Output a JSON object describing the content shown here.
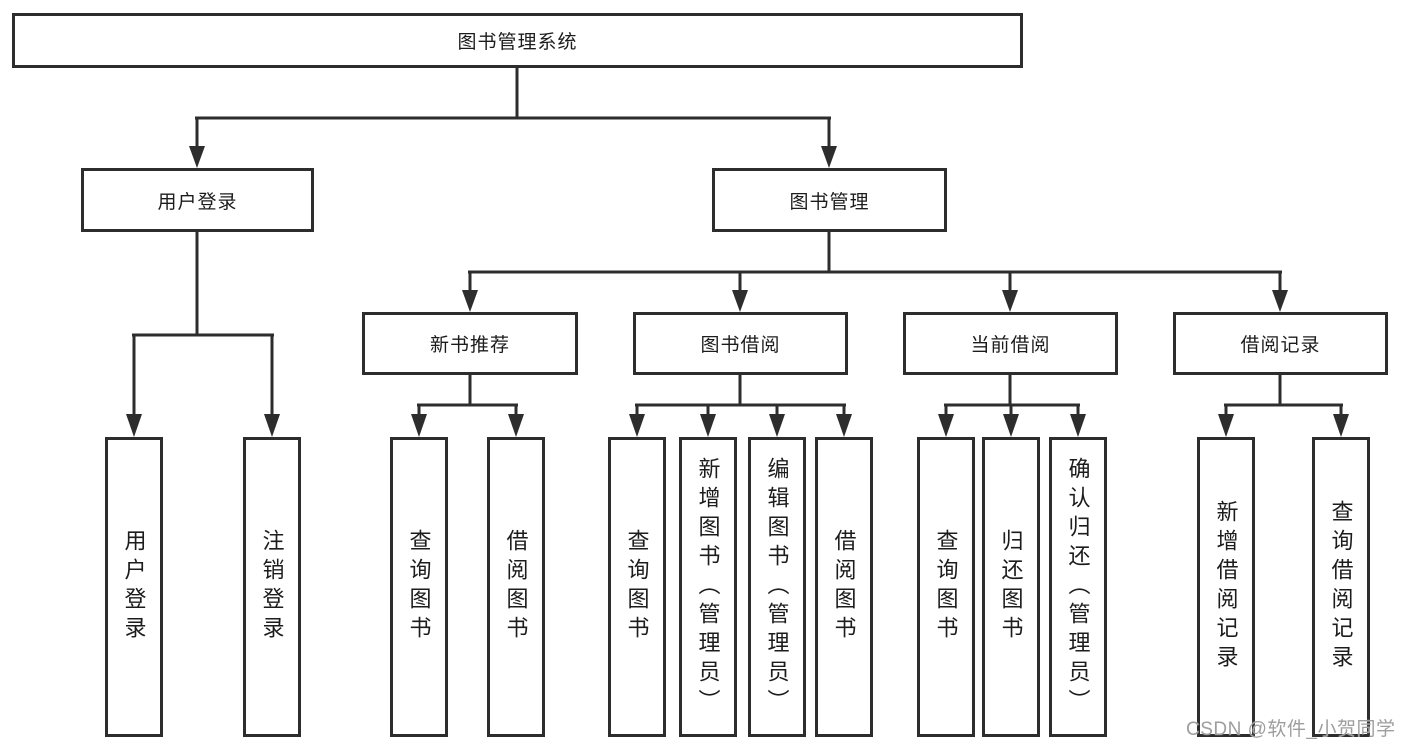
{
  "tree": {
    "label": "图书管理系统",
    "children": [
      {
        "label": "用户登录",
        "children": [
          {
            "label": "用户登录"
          },
          {
            "label": "注销登录"
          }
        ]
      },
      {
        "label": "图书管理",
        "children": [
          {
            "label": "新书推荐",
            "children": [
              {
                "label": "查询图书"
              },
              {
                "label": "借阅图书"
              }
            ]
          },
          {
            "label": "图书借阅",
            "children": [
              {
                "label": "查询图书"
              },
              {
                "label": "新增图书（管理员）"
              },
              {
                "label": "编辑图书（管理员）"
              },
              {
                "label": "借阅图书"
              }
            ]
          },
          {
            "label": "当前借阅",
            "children": [
              {
                "label": "查询图书"
              },
              {
                "label": "归还图书"
              },
              {
                "label": "确认归还（管理员）"
              }
            ]
          },
          {
            "label": "借阅记录",
            "children": [
              {
                "label": "新增借阅记录"
              },
              {
                "label": "查询借阅记录"
              }
            ]
          }
        ]
      }
    ]
  },
  "watermark": "CSDN @软件_小贺同学",
  "colors": {
    "line": "#2d2d2d",
    "text": "#1c1c1c",
    "watermark": "#9e9e9e",
    "background": "#ffffff"
  }
}
